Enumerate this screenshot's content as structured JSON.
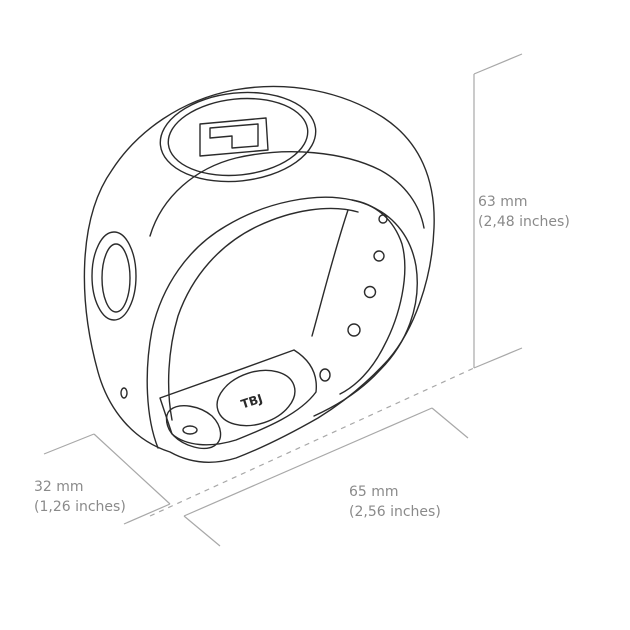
{
  "dimensions": {
    "height": {
      "value": "63 mm",
      "alt": "(2,48 inches)"
    },
    "width": {
      "value": "65 mm",
      "alt": "(2,56 inches)"
    },
    "depth": {
      "value": "32 mm",
      "alt": "(1,26 inches)"
    }
  },
  "logo_text": "TBJ",
  "colors": {
    "outline": "#2b2b2b",
    "dimension_lines": "#a8a8a8",
    "dimension_text": "#8a8a8a"
  }
}
